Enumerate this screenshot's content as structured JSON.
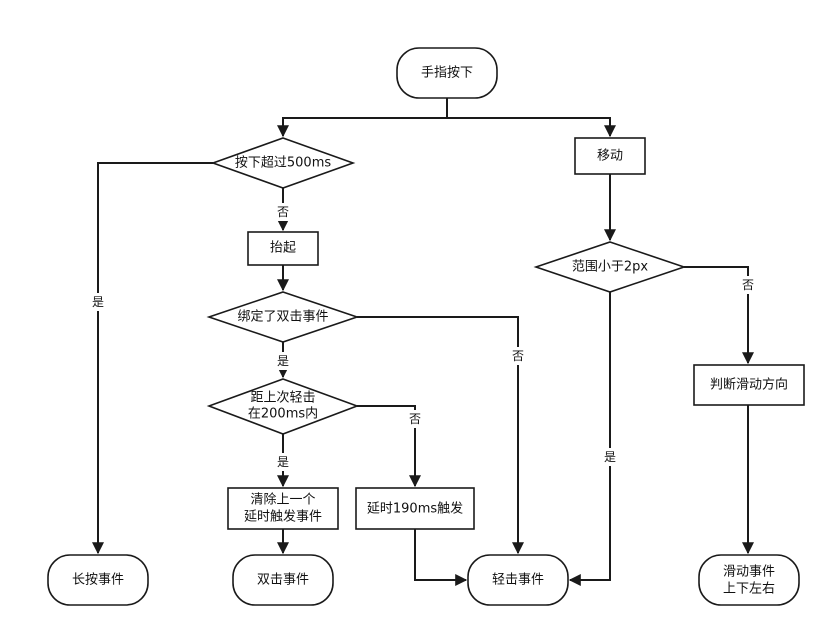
{
  "nodes": {
    "finger_down": "手指按下",
    "press_over_500ms": "按下超过500ms",
    "move": "移动",
    "lift": "抬起",
    "range_less_2px": "范围小于2px",
    "double_tap_bound": "绑定了双击事件",
    "within_200ms_line1": "距上次轻击",
    "within_200ms_line2": "在200ms内",
    "judge_direction": "判断滑动方向",
    "clear_line1": "清除上一个",
    "clear_line2": "延时触发事件",
    "delay_190ms": "延时190ms触发",
    "long_press_event": "长按事件",
    "double_tap_event": "双击事件",
    "tap_event": "轻击事件",
    "swipe_line1": "滑动事件",
    "swipe_line2": "上下左右"
  },
  "edge_labels": {
    "long_press_yes": "是",
    "press_no": "否",
    "bound_yes": "是",
    "bound_no": "否",
    "within_yes": "是",
    "within_no": "否",
    "range_no": "否",
    "range_yes": "是"
  }
}
